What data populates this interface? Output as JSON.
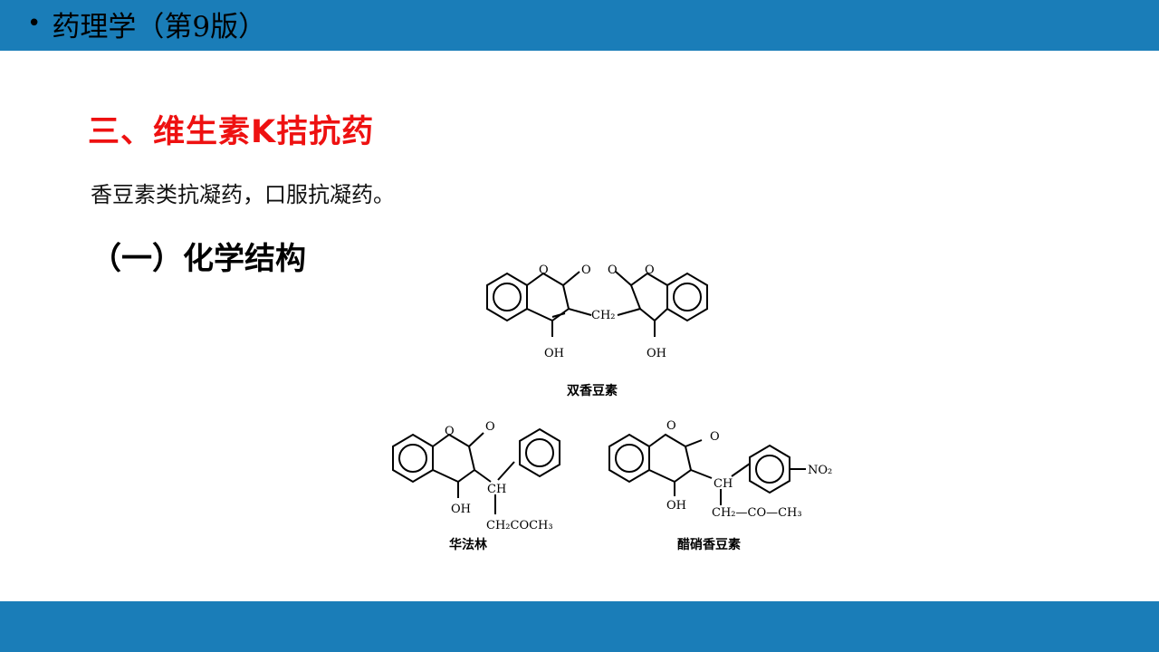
{
  "header": {
    "bullet": "•",
    "title": "药理学（第9版）"
  },
  "section": {
    "title": "三、维生素K拮抗药",
    "description": "香豆素类抗凝药，口服抗凝药。",
    "subtitle": "（一）化学结构"
  },
  "figure": {
    "structures": [
      {
        "name": "双香豆素",
        "atoms": {
          "o1": "O",
          "o2": "O",
          "o3": "O",
          "o4": "O",
          "linker": "CH₂",
          "oh1": "OH",
          "oh2": "OH"
        }
      },
      {
        "name": "华法林",
        "atoms": {
          "o1": "O",
          "o2": "O",
          "oh": "OH",
          "ch": "CH",
          "side": "CH₂COCH₃"
        }
      },
      {
        "name": "醋硝香豆素",
        "atoms": {
          "o1": "O",
          "o2": "O",
          "oh": "OH",
          "ch": "CH",
          "side": "CH₂—CO—CH₃",
          "nitro": "NO₂"
        }
      }
    ]
  },
  "colors": {
    "bar": "#1a7db8",
    "section_title": "#ee1111"
  }
}
